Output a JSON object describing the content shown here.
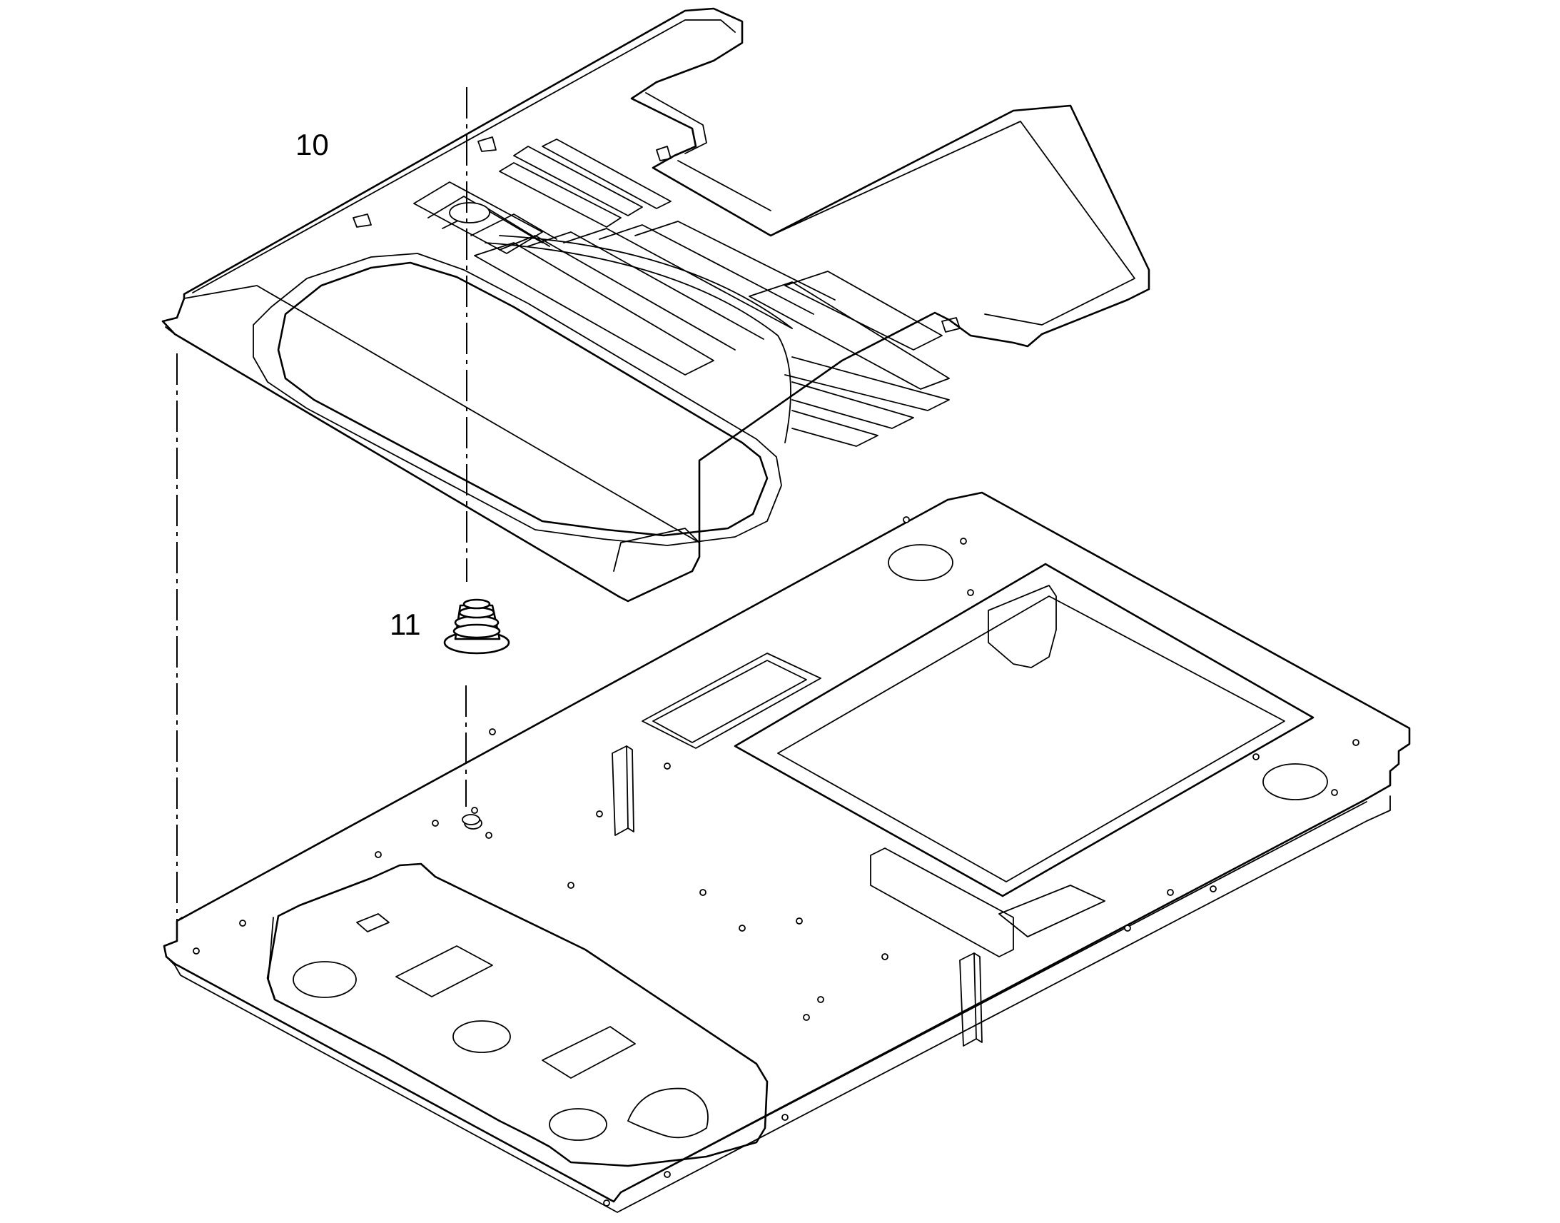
{
  "diagram": {
    "callouts": [
      {
        "id": "10",
        "text": "10"
      },
      {
        "id": "11",
        "text": "11"
      }
    ],
    "parts": [
      {
        "callout": "10",
        "description": "top cover tray"
      },
      {
        "callout": "11",
        "description": "grommet"
      }
    ],
    "colors": {
      "line": "#000000",
      "background": "#ffffff"
    }
  }
}
